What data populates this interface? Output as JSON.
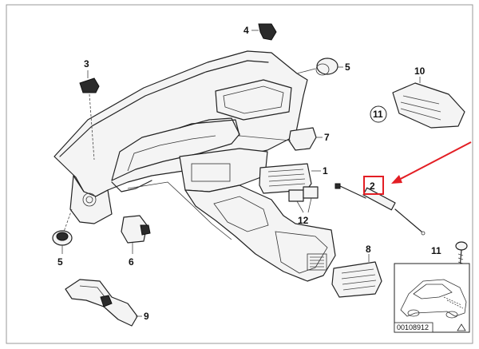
{
  "diagram": {
    "part_labels": {
      "p1": "1",
      "p2": "2",
      "p3": "3",
      "p4": "4",
      "p5a": "5",
      "p5b": "5",
      "p6": "6",
      "p7": "7",
      "p8": "8",
      "p9": "9",
      "p10": "10",
      "p11a": "11",
      "p11b": "11",
      "p12": "12"
    },
    "drawing_code": "00108912",
    "highlight": {
      "part": "2",
      "color": "#e31e24",
      "arrow_color": "#e31e24"
    },
    "colors": {
      "line": "#222222",
      "background": "#ffffff",
      "frame": "#999999"
    }
  }
}
